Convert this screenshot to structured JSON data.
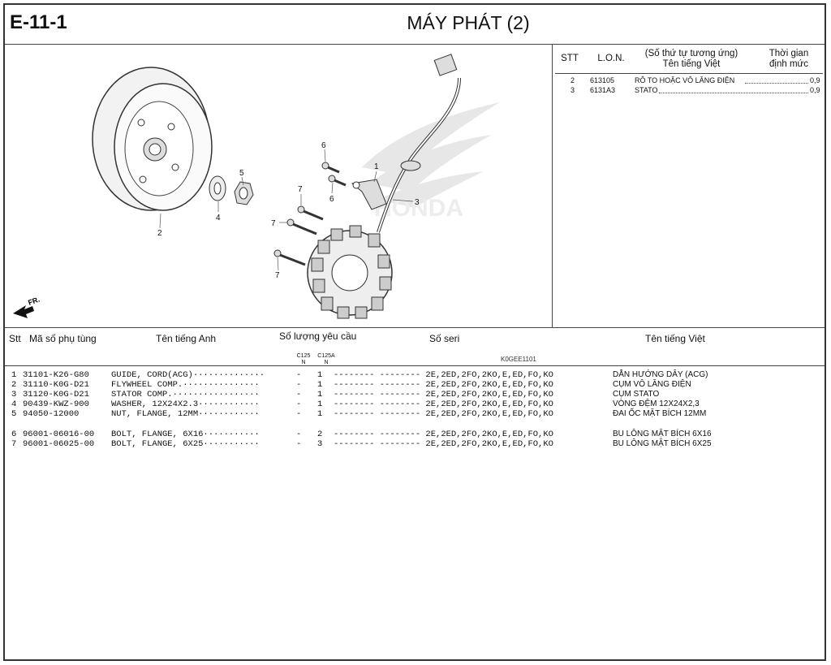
{
  "header": {
    "code": "E-11-1",
    "title": "MÁY PHÁT (2)"
  },
  "diagram": {
    "image_code": "K0GEE1101",
    "direction_label": "FR.",
    "brand_watermark": "HONDA",
    "callouts": [
      "1",
      "2",
      "3",
      "4",
      "5",
      "6",
      "6",
      "7",
      "7",
      "7"
    ]
  },
  "reference": {
    "headers": {
      "stt": "STT",
      "lon": "L.O.N.",
      "name_line1": "(Số thứ tự tương ứng)",
      "name_line2": "Tên tiếng Việt",
      "time_line1": "Thời gian",
      "time_line2": "định mức"
    },
    "rows": [
      {
        "stt": "2",
        "lon": "613105",
        "name": "RÔ TO HOẶC VÔ LĂNG ĐIỆN",
        "time": "0,9"
      },
      {
        "stt": "3",
        "lon": "6131A3",
        "name": "STATO",
        "time": "0,9"
      }
    ]
  },
  "parts": {
    "headers": {
      "stt": "Stt",
      "part_no": "Mã số phụ tùng",
      "name_en": "Tên tiếng Anh",
      "qty": "Số lượng yêu cầu",
      "serial": "Số seri",
      "name_vi": "Tên tiếng Việt"
    },
    "model_cols": [
      {
        "line1": "C125",
        "line2": "N"
      },
      {
        "line1": "C125A",
        "line2": "N"
      }
    ],
    "rows": [
      {
        "stt": "1",
        "part_no": "31101-K26-G80",
        "name_en": "GUIDE, CORD(ACG)··············",
        "q1": "-",
        "q2": "1",
        "serial": "-------- -------- 2E,2ED,2FO,2KO,E,ED,FO,KO",
        "name_vi": "DẪN HƯỚNG DÂY (ACG)"
      },
      {
        "stt": "2",
        "part_no": "31110-K0G-D21",
        "name_en": "FLYWHEEL COMP.···············",
        "q1": "-",
        "q2": "1",
        "serial": "-------- -------- 2E,2ED,2FO,2KO,E,ED,FO,KO",
        "name_vi": "CỤM VÔ LĂNG ĐIỆN"
      },
      {
        "stt": "3",
        "part_no": "31120-K0G-D21",
        "name_en": "STATOR COMP.·················",
        "q1": "-",
        "q2": "1",
        "serial": "-------- -------- 2E,2ED,2FO,2KO,E,ED,FO,KO",
        "name_vi": "CỤM STATO"
      },
      {
        "stt": "4",
        "part_no": "90439-KWZ-900",
        "name_en": "WASHER, 12X24X2.3············",
        "q1": "-",
        "q2": "1",
        "serial": "-------- -------- 2E,2ED,2FO,2KO,E,ED,FO,KO",
        "name_vi": "VÒNG ĐỆM 12X24X2,3"
      },
      {
        "stt": "5",
        "part_no": "94050-12000",
        "name_en": "NUT, FLANGE, 12MM············",
        "q1": "-",
        "q2": "1",
        "serial": "-------- -------- 2E,2ED,2FO,2KO,E,ED,FO,KO",
        "name_vi": "ĐAI ỐC MẶT BÍCH 12MM"
      },
      {
        "stt": "6",
        "part_no": "96001-06016-00",
        "name_en": "BOLT, FLANGE, 6X16···········",
        "q1": "-",
        "q2": "2",
        "serial": "-------- -------- 2E,2ED,2FO,2KO,E,ED,FO,KO",
        "name_vi": "BU LÔNG MẶT BÍCH 6X16"
      },
      {
        "stt": "7",
        "part_no": "96001-06025-00",
        "name_en": "BOLT, FLANGE, 6X25···········",
        "q1": "-",
        "q2": "3",
        "serial": "-------- -------- 2E,2ED,2FO,2KO,E,ED,FO,KO",
        "name_vi": "BU LÔNG MẶT BÍCH 6X25"
      }
    ]
  }
}
